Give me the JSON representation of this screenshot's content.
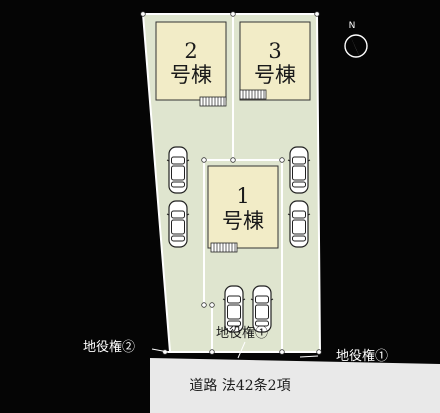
{
  "buildings": [
    {
      "number": "2",
      "label": "号棟"
    },
    {
      "number": "3",
      "label": "号棟"
    },
    {
      "number": "1",
      "label": "号棟"
    }
  ],
  "easements": {
    "left": "地役権②",
    "right": "地役権①",
    "center": "地役権①"
  },
  "road": {
    "label": "道路 法42条2項"
  },
  "compass": {
    "north": "N"
  },
  "colors": {
    "background": "#050505",
    "lot": "#dfe5cf",
    "building": "#f2ecc7",
    "road": "#e9e9e9",
    "boundary": "#ffffff"
  }
}
